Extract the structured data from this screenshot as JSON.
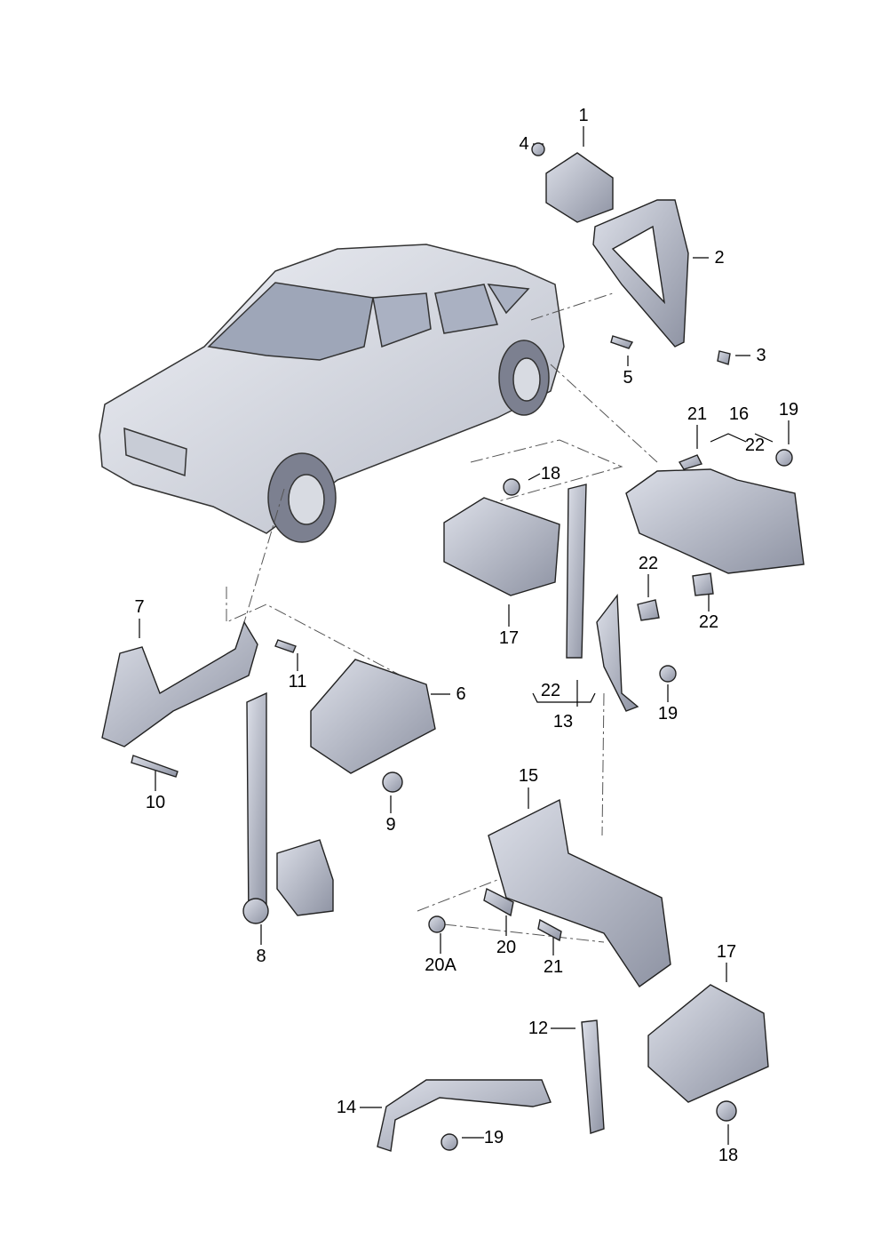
{
  "diagram": {
    "callouts": [
      "1",
      "4",
      "2",
      "3",
      "5",
      "21",
      "16",
      "19",
      "22",
      "18",
      "22",
      "22",
      "17",
      "7",
      "11",
      "6",
      "22",
      "13",
      "19",
      "10",
      "9",
      "15",
      "8",
      "20A",
      "20",
      "21",
      "17",
      "12",
      "14",
      "19",
      "18"
    ]
  }
}
